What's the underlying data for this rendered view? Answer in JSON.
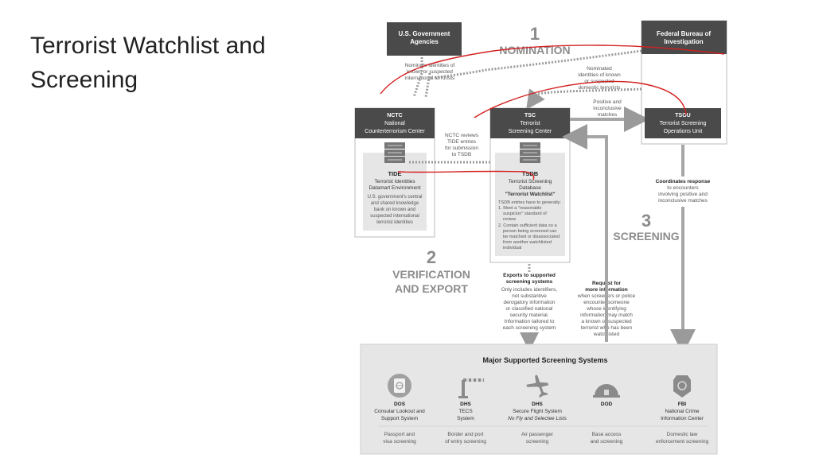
{
  "slide": {
    "title_line1": "Terrorist Watchlist and",
    "title_line2": "Screening"
  },
  "boxes": {
    "usgov": {
      "l1": "U.S. Government",
      "l2": "Agencies"
    },
    "fbi": {
      "l1": "Federal Bureau of",
      "l2": "Investigation"
    },
    "nctc": {
      "l1": "NCTC",
      "l2": "National",
      "l3": "Counterterrorism Center"
    },
    "tsc": {
      "l1": "TSC",
      "l2": "Terrorist",
      "l3": "Screening Center"
    },
    "tsou": {
      "l1": "TSOU",
      "l2": "Terrorist Screening",
      "l3": "Operations Unit"
    }
  },
  "steps": {
    "s1": {
      "num": "1",
      "label": "NOMINATION"
    },
    "s2": {
      "num": "2",
      "l1": "VERIFICATION",
      "l2": "AND EXPORT"
    },
    "s3": {
      "num": "3",
      "label": "SCREENING"
    }
  },
  "notes": {
    "nominate_known": [
      "Nominate identities of",
      "known or suspected",
      "international terrorists"
    ],
    "nominated_domestic": [
      "Nominated",
      "identities of known",
      "or suspected",
      "domestic terrorists"
    ],
    "positive_matches": [
      "Positive and",
      "inconclusive",
      "matches"
    ],
    "nctc_reviews": [
      "NCTC reviews",
      "TIDE entries",
      "for submission",
      "to TSDB"
    ],
    "coordinates_title": "Coordinates response",
    "coordinates": [
      "to encounters",
      "involving positive and",
      "inconclusive matches"
    ],
    "exports_title": [
      "Exports to supported",
      "screening systems"
    ],
    "exports": [
      "Only includes identifiers,",
      "not substantive",
      "derogatory information",
      "or classified national",
      "security material.",
      "Information tailored to",
      "each screening system"
    ],
    "request_title": [
      "Request for",
      "more information"
    ],
    "request": [
      "when screeners or police",
      "encounter someone",
      "whose identifying",
      "information may match",
      "a known or suspected",
      "terrorist who has been",
      "watchlisted"
    ]
  },
  "tide": {
    "name": "TIDE",
    "l1": "Terrorist Identities",
    "l2": "Datamart Environment",
    "desc": [
      "U.S. government's central",
      "and shared knowledge",
      "bank on known and",
      "suspected international",
      "terrorist identities"
    ]
  },
  "tsdb": {
    "name": "TSDB",
    "l1": "Terrorist Screening",
    "l2": "Database",
    "l3": "\"Terrorist Watchlist\"",
    "desc": [
      "TSDB entries have to generally:",
      "1. Meet a \"reasonable",
      "suspicion\" standard of",
      "review",
      "2. Contain sufficient data so a",
      "person being screened can",
      "be matched or disassociated",
      "from another watchlisted",
      "individual"
    ]
  },
  "screening": {
    "title": "Major Supported Screening Systems",
    "systems": [
      {
        "icon": "passport-icon",
        "l1": "DOS",
        "l2": "Consular Lookout and",
        "l3": "Support System",
        "d1": "Passport and",
        "d2": "visa screening"
      },
      {
        "icon": "border-gate-icon",
        "l1": "DHS",
        "l2": "TECS",
        "l3": "System",
        "d1": "Border and port",
        "d2": "of entry screening"
      },
      {
        "icon": "airplane-icon",
        "l1": "DHS",
        "l2": "Secure Flight System",
        "l3": "No Fly and Selectee Lists",
        "d1": "Air passenger",
        "d2": "screening"
      },
      {
        "icon": "dome-icon",
        "l1": "DOD",
        "l2": "",
        "l3": "",
        "d1": "Base access",
        "d2": "and screening"
      },
      {
        "icon": "badge-icon",
        "l1": "FBI",
        "l2": "National Crime",
        "l3": "Information Center",
        "d1": "Domestic law",
        "d2": "enforcement screening"
      }
    ]
  },
  "colors": {
    "dark_header": "#4a4a4a",
    "annotation_red": "#d42020",
    "arrow_gray": "#a6a6a6",
    "panel_gray": "#e6e6e6"
  }
}
